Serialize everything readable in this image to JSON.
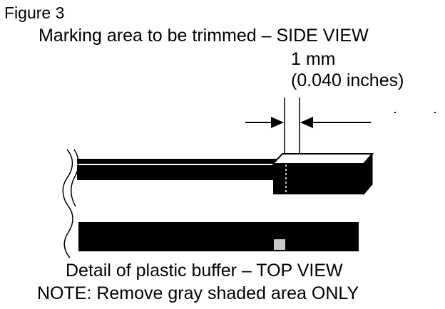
{
  "figure": {
    "label": "Figure 3",
    "side_view_title": "Marking area to be trimmed – SIDE VIEW",
    "dimension": {
      "metric": "1 mm",
      "imperial": "(0.040 inches)"
    },
    "top_view_title": "Detail of plastic buffer – TOP VIEW",
    "note": "NOTE:  Remove gray shaded area ONLY"
  },
  "colors": {
    "ink": "#000000",
    "trim_area": "#c8c8c8",
    "background": "#ffffff"
  }
}
